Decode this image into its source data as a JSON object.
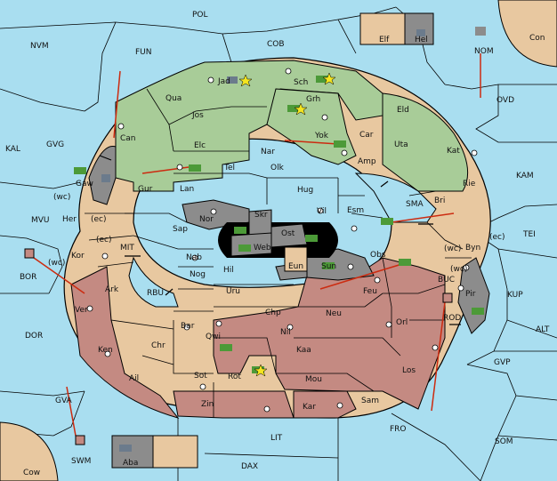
{
  "colors": {
    "sea": "#a9def0",
    "neutral": "#e8c8a0",
    "green": "#a8cc98",
    "red": "#c48a82",
    "gray": "#8c8c8c",
    "black": "#000000",
    "order_arrow": "#cc2b10",
    "unit_army": "#4c9a38",
    "unit_fleet": "#6b7b8c"
  },
  "seas": [
    "POL",
    "NVM",
    "FUN",
    "COB",
    "Con",
    "NOM",
    "OVD",
    "KAL",
    "GVG",
    "KAM",
    "MVU",
    "TEI",
    "BOR",
    "MIT",
    "RBU",
    "BUC",
    "KUP",
    "ALT",
    "DOR",
    "ROD",
    "GVP",
    "GVA",
    "FRO",
    "SOM",
    "LIT",
    "SWM",
    "Cow",
    "DAX",
    "SMA"
  ],
  "coasts": [
    "(wc)",
    "(ec)",
    "(ec)",
    "(wc)",
    "(wc)",
    "(ec)",
    "(wc)"
  ],
  "provinces": {
    "neutral": [
      "Elf",
      "Qua",
      "Jos",
      "Elc",
      "Car",
      "Amp",
      "Hug",
      "Esm",
      "Vil",
      "Her",
      "Kor",
      "Lan",
      "Sap",
      "Nab",
      "Nog",
      "Hil",
      "Uru",
      "Chp",
      "Bar",
      "Chr",
      "Ark",
      "Ail",
      "Sot",
      "Zin",
      "Kar",
      "Sam",
      "Rie",
      "Byn",
      "Bri"
    ],
    "green": [
      "Jad",
      "Sch",
      "Grh",
      "Yok",
      "Can",
      "Gur",
      "Tel",
      "Nar",
      "Olk",
      "Eld",
      "Uta",
      "Kat"
    ],
    "red": [
      "Ver",
      "Ken",
      "Qwi",
      "Rot",
      "Nil",
      "Kaa",
      "Mou",
      "Neu",
      "Feu",
      "Obs",
      "Orl",
      "Los"
    ],
    "gray": [
      "Hel",
      "Aba",
      "Gaw",
      "Nor",
      "Sun",
      "Pir",
      "Eun"
    ],
    "black": [
      "Skr",
      "Ost",
      "Web"
    ]
  }
}
